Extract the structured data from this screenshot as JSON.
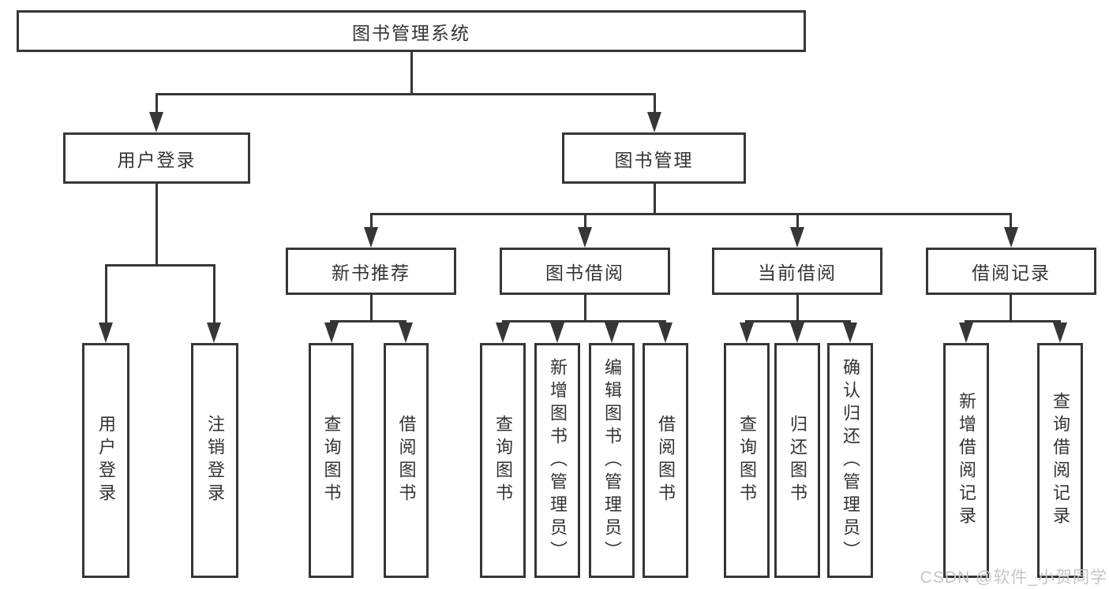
{
  "diagram": {
    "title": "图书管理系统",
    "branches": [
      {
        "label": "用户登录",
        "children": [
          "用户登录",
          "注销登录"
        ]
      },
      {
        "label": "图书管理",
        "sections": [
          {
            "label": "新书推荐",
            "children": [
              "查询图书",
              "借阅图书"
            ]
          },
          {
            "label": "图书借阅",
            "children": [
              "查询图书",
              "新增图书（管理员）",
              "编辑图书（管理员）",
              "借阅图书"
            ]
          },
          {
            "label": "当前借阅",
            "children": [
              "查询图书",
              "归还图书",
              "确认归还（管理员）"
            ]
          },
          {
            "label": "借阅记录",
            "children": [
              "新增借阅记录",
              "查询借阅记录"
            ]
          }
        ]
      }
    ]
  },
  "watermark": "CSDN @软件_小贺同学",
  "colors": {
    "line": "#363636",
    "text": "#333333",
    "watermark": "#c5c5c5",
    "background": "#ffffff"
  }
}
